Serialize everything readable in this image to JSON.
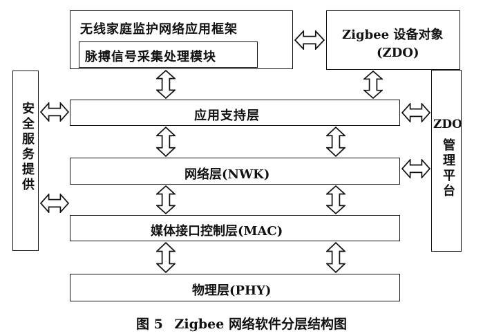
{
  "framework": {
    "title": "无线家庭监护网络应用框架",
    "module": "脉搏信号采集处理模块"
  },
  "zdo": {
    "line1": "Zigbee 设备对象",
    "line2": "(ZDO)"
  },
  "security": {
    "label": "安全服务提供"
  },
  "zdo_mgmt": {
    "line1": "ZDO",
    "line2": "管理平台"
  },
  "layers": {
    "aps": "应用支持层",
    "nwk": "网络层(NWK)",
    "mac": "媒体接口控制层(MAC)",
    "phy": "物理层(PHY)"
  },
  "caption": {
    "fig": "图 5",
    "text": "Zigbee 网络软件分层结构图"
  }
}
